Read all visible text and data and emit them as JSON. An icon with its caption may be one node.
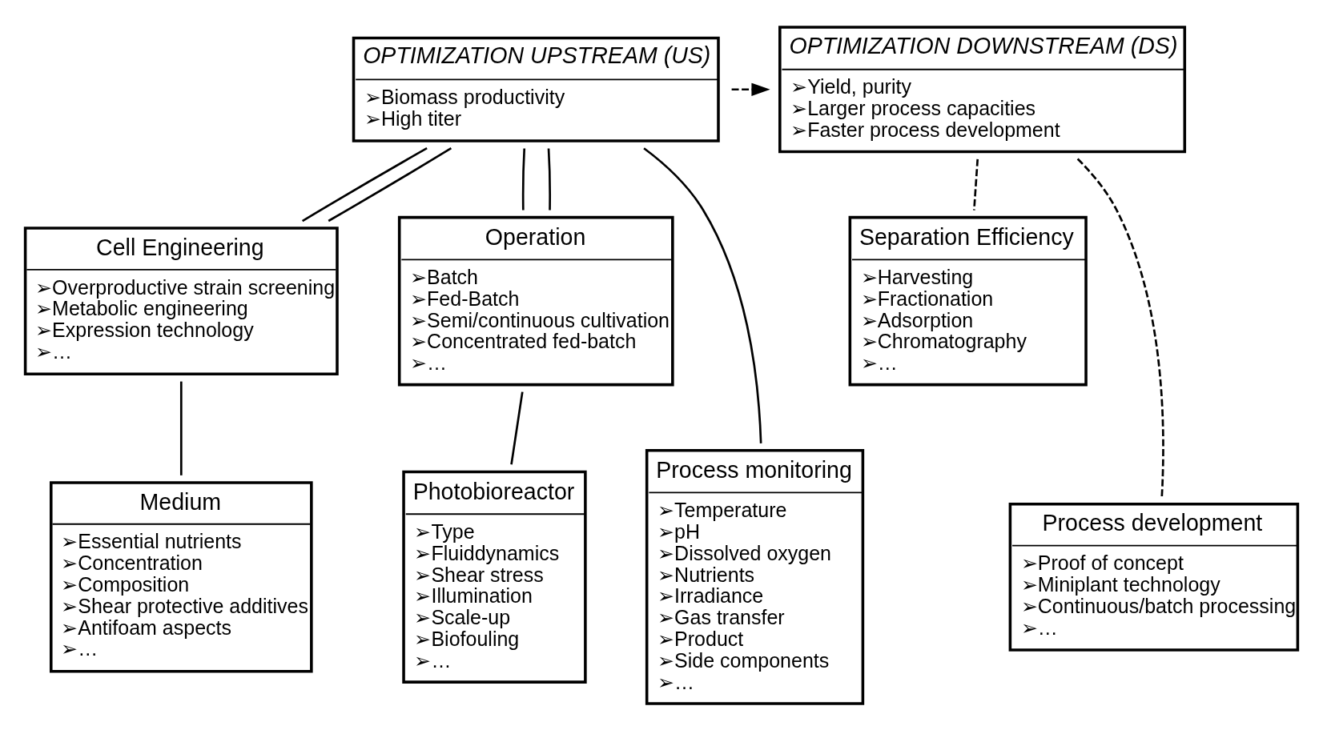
{
  "diagram": {
    "nodes": [
      {
        "text": [
          "OPTIMIZATION UPSTREAM (US)",
          "➢Biomass productivity",
          "➢High titer"
        ]
      },
      {
        "text": [
          "OPTIMIZATION DOWNSTREAM (DS)",
          "➢Yield, purity",
          "➢Larger process capacities",
          "➢Faster process development"
        ]
      },
      {
        "text": [
          "Cell Engineering",
          "➢Overproductive strain screening",
          "➢Metabolic engineering",
          "➢Expression technology",
          "➢…"
        ]
      },
      {
        "text": [
          "Operation",
          "➢Batch",
          "➢Fed-Batch",
          "➢Semi/continuous cultivation",
          "➢Concentrated fed-batch",
          "➢…"
        ]
      },
      {
        "text": [
          "Separation Efficiency",
          "➢Harvesting",
          "➢Fractionation",
          "➢Adsorption",
          "➢Chromatography",
          "➢…"
        ]
      },
      {
        "text": [
          "Medium",
          "➢Essential nutrients",
          "➢Concentration",
          "➢Composition",
          "➢Shear protective additives",
          "➢Antifoam aspects",
          "➢…"
        ]
      },
      {
        "text": [
          "Photobioreactor",
          "➢Type",
          "➢Fluiddynamics",
          "➢Shear stress",
          "➢Illumination",
          "➢Scale-up",
          "➢Biofouling",
          "➢…"
        ]
      },
      {
        "text": [
          "Process monitoring",
          "➢Temperature",
          "➢pH",
          "➢Dissolved oxygen",
          "➢Nutrients",
          "➢Irradiance",
          "➢Gas transfer",
          "➢Product",
          "➢Side components",
          "➢…"
        ]
      },
      {
        "text": [
          "Process development",
          "➢Proof of concept",
          "➢Miniplant technology",
          "➢Continuous/batch processing",
          "➢…"
        ]
      }
    ],
    "edges": [
      {
        "from": 0,
        "to": 1,
        "arrow": "to",
        "style": "dashed"
      },
      {
        "from": 0,
        "to": 2,
        "arrow": "none"
      },
      {
        "from": 0,
        "to": 2,
        "arrow": "none"
      },
      {
        "from": 0,
        "to": 3,
        "arrow": "none"
      },
      {
        "from": 0,
        "to": 3,
        "arrow": "none"
      },
      {
        "from": 0,
        "to": 7,
        "arrow": "none"
      },
      {
        "from": 2,
        "to": 5,
        "arrow": "none"
      },
      {
        "from": 3,
        "to": 6,
        "arrow": "none"
      },
      {
        "from": 1,
        "to": 4,
        "arrow": "none",
        "style": "dashed"
      },
      {
        "from": 1,
        "to": 8,
        "arrow": "none",
        "style": "dashed"
      }
    ]
  }
}
